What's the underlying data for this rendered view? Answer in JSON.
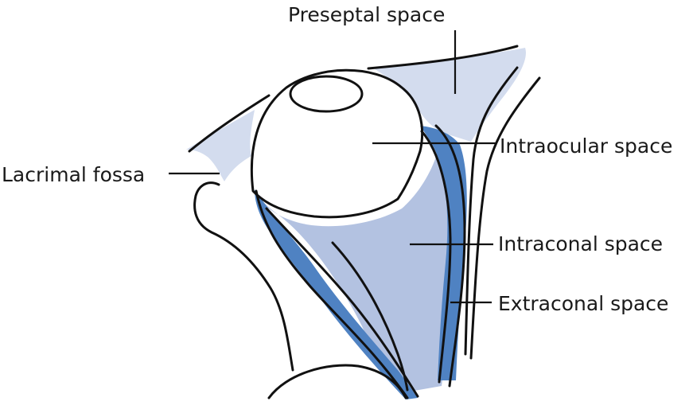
{
  "labels": {
    "preseptal": "Preseptal space",
    "lacrimal": "Lacrimal fossa",
    "intraocular": "Intraocular space",
    "intraconal": "Intraconal space",
    "extraconal": "Extraconal space"
  },
  "colors": {
    "preseptal_fill": "#d3dcee",
    "intraconal_fill": "#b3c2e1",
    "extraconal_fill": "#4f82c2",
    "outline": "#111111",
    "background": "#ffffff"
  }
}
